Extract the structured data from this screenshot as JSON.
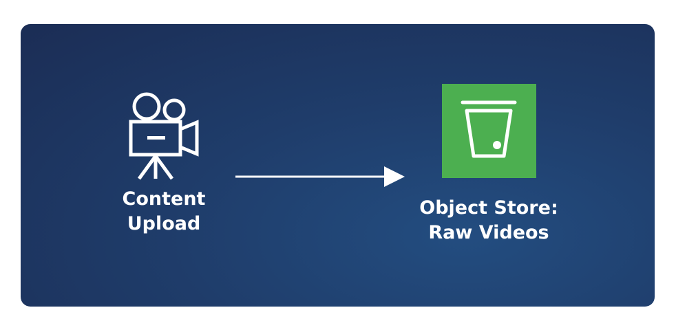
{
  "diagram": {
    "source": {
      "icon": "video-camera-icon",
      "label_line1": "Content",
      "label_line2": "Upload"
    },
    "target": {
      "icon": "bucket-icon",
      "label_line1": "Object Store:",
      "label_line2": "Raw Videos"
    },
    "edges": [
      {
        "from": "source",
        "to": "target",
        "style": "arrow"
      }
    ],
    "colors": {
      "background": "#1f3d6b",
      "store_fill": "#4caf50",
      "stroke": "#ffffff"
    }
  }
}
